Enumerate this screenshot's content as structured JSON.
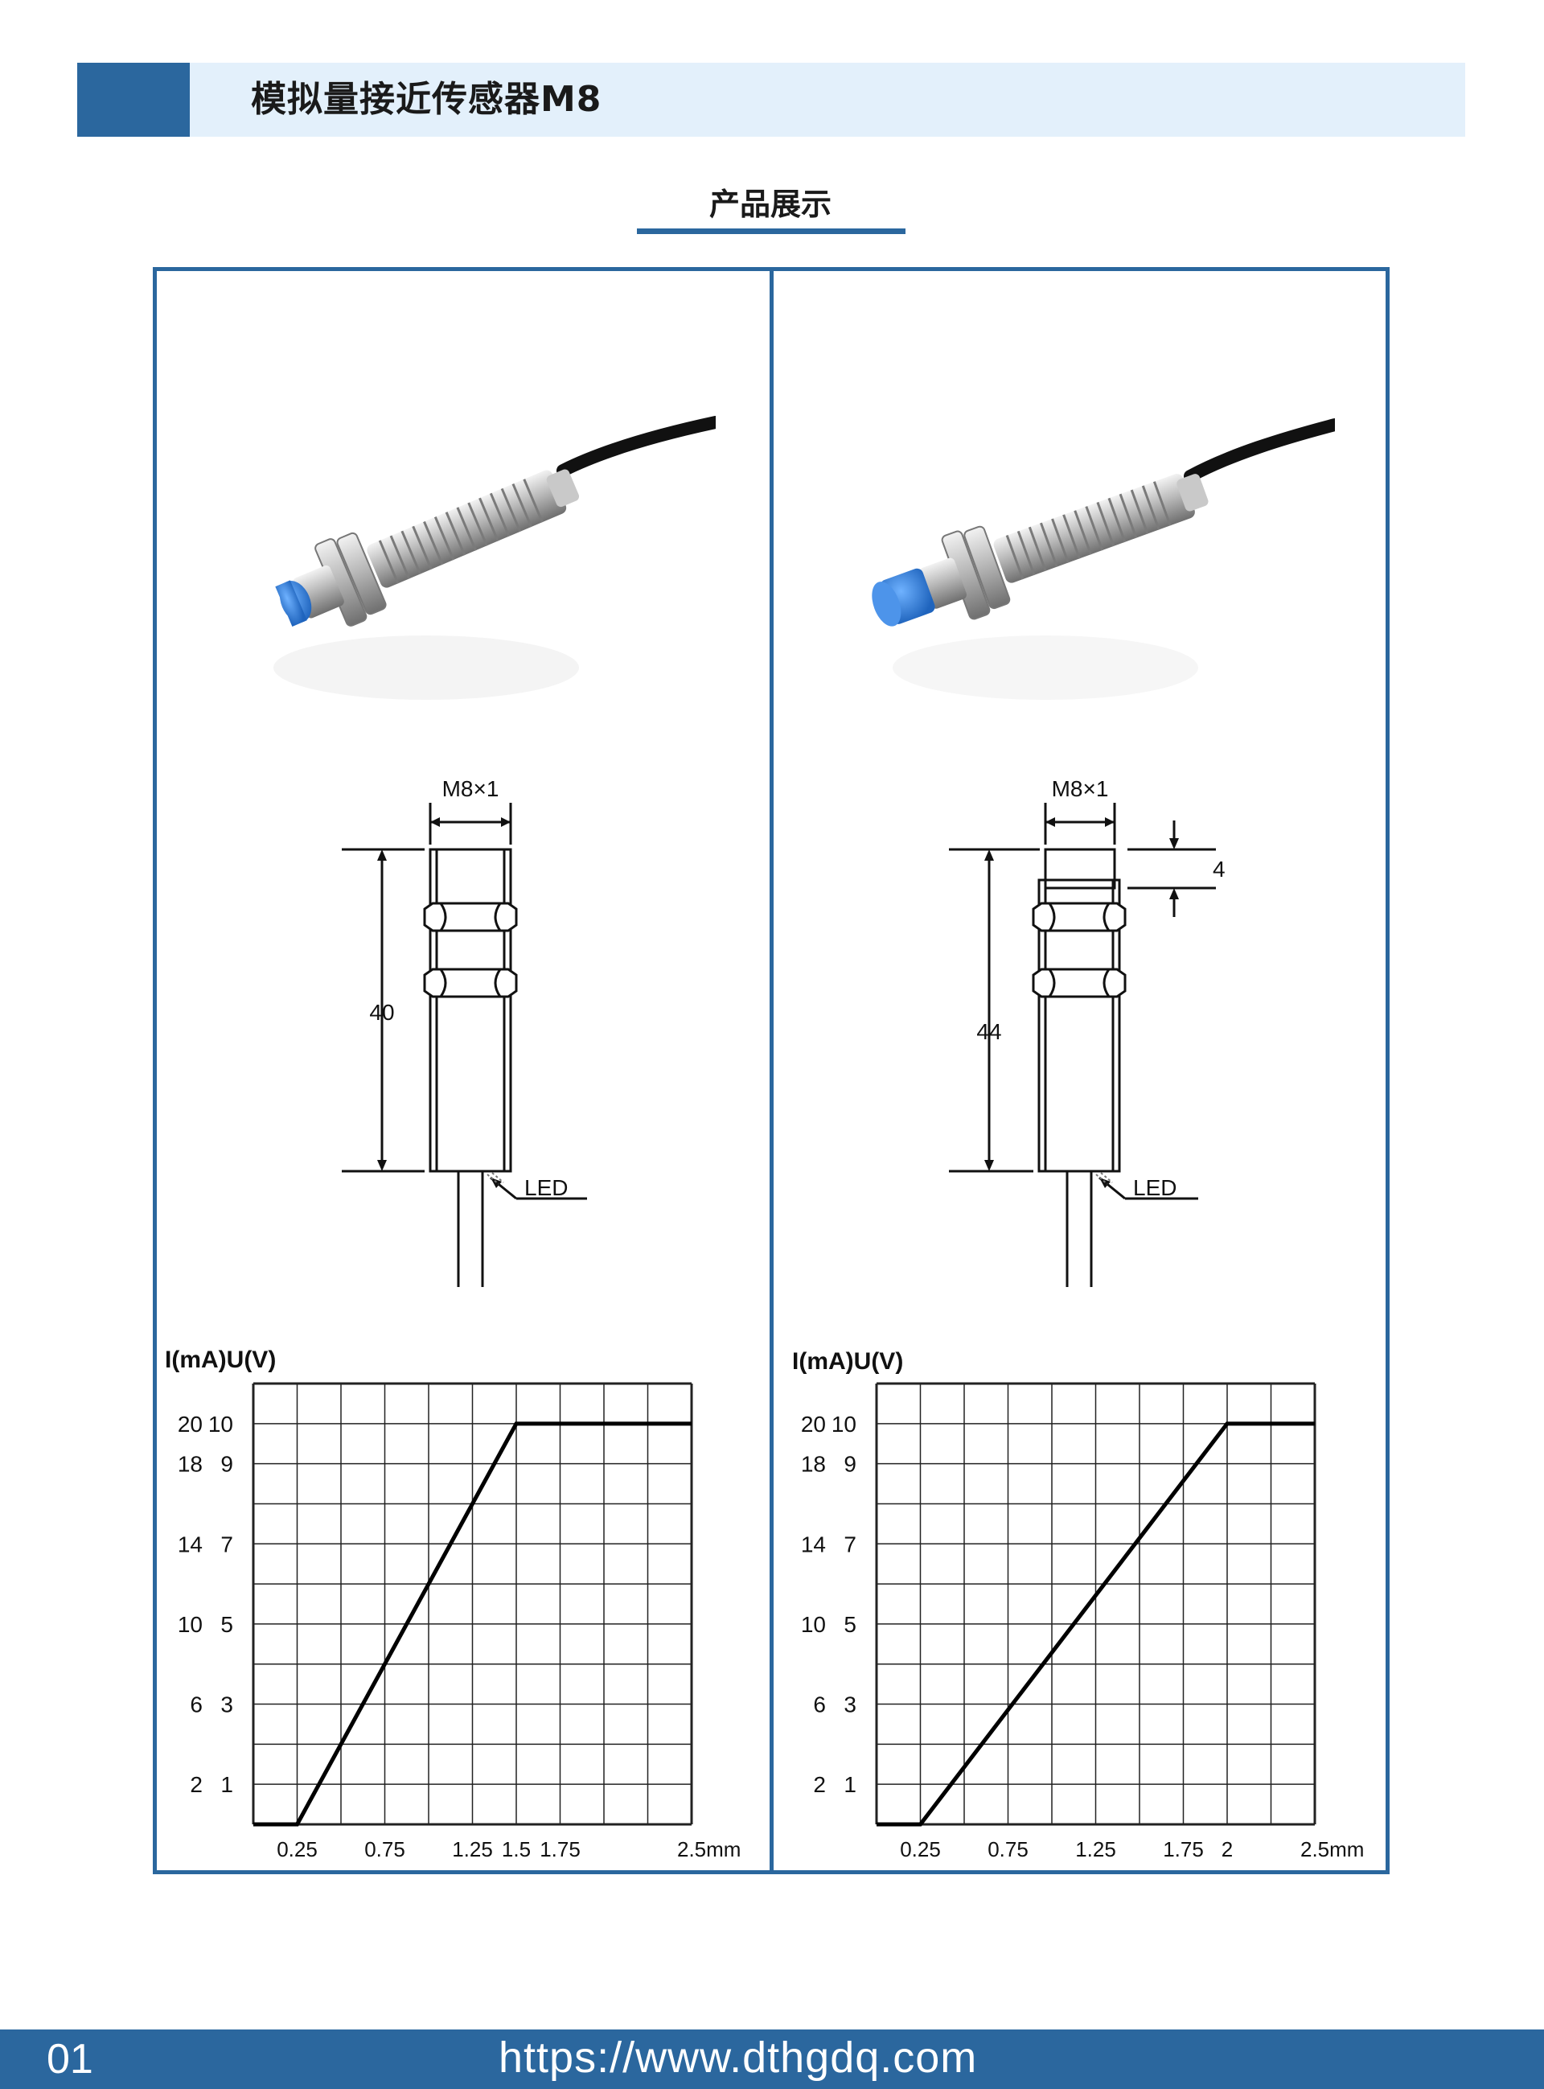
{
  "header": {
    "title": "模拟量接近传感器M8"
  },
  "section": {
    "title": "产品展示"
  },
  "panels": [
    {
      "drawing": {
        "thread_label": "M8×1",
        "length_label": "40",
        "led_label": "LED"
      },
      "chart_data": {
        "type": "line",
        "title": "",
        "ylabel": "I(mA)U(V)",
        "xlabel": "",
        "x_tick_labels": [
          "0.25",
          "0.75",
          "1.25",
          "1.5",
          "1.75",
          "2.5mm"
        ],
        "y_tick_labels": [
          {
            "i": "20",
            "u": "10"
          },
          {
            "i": "18",
            "u": "9"
          },
          {
            "i": "14",
            "u": "7"
          },
          {
            "i": "10",
            "u": "5"
          },
          {
            "i": "6",
            "u": "3"
          },
          {
            "i": "2",
            "u": "1"
          }
        ],
        "xlim": [
          0,
          2.5
        ],
        "ylim": [
          0,
          11
        ],
        "grid": true,
        "series": [
          {
            "x": [
              0,
              0.25,
              1.5,
              2.5
            ],
            "y": [
              0,
              0,
              10,
              10
            ]
          }
        ]
      }
    },
    {
      "drawing": {
        "thread_label": "M8×1",
        "length_label": "44",
        "head_label": "4",
        "led_label": "LED"
      },
      "chart_data": {
        "type": "line",
        "title": "",
        "ylabel": "I(mA)U(V)",
        "xlabel": "",
        "x_tick_labels": [
          "0.25",
          "0.75",
          "1.25",
          "1.75",
          "2",
          "2.5mm"
        ],
        "y_tick_labels": [
          {
            "i": "20",
            "u": "10"
          },
          {
            "i": "18",
            "u": "9"
          },
          {
            "i": "14",
            "u": "7"
          },
          {
            "i": "10",
            "u": "5"
          },
          {
            "i": "6",
            "u": "3"
          },
          {
            "i": "2",
            "u": "1"
          }
        ],
        "xlim": [
          0,
          2.5
        ],
        "ylim": [
          0,
          11
        ],
        "grid": true,
        "series": [
          {
            "x": [
              0,
              0.25,
              2,
              2.5
            ],
            "y": [
              0,
              0,
              10,
              10
            ]
          }
        ]
      }
    }
  ],
  "footer": {
    "page_number": "01",
    "url": "https://www.dthgdq.com"
  },
  "colors": {
    "brand": "#2b679e",
    "header_bg": "#e3f0fb",
    "probe_cap": "#2f7fd6"
  }
}
